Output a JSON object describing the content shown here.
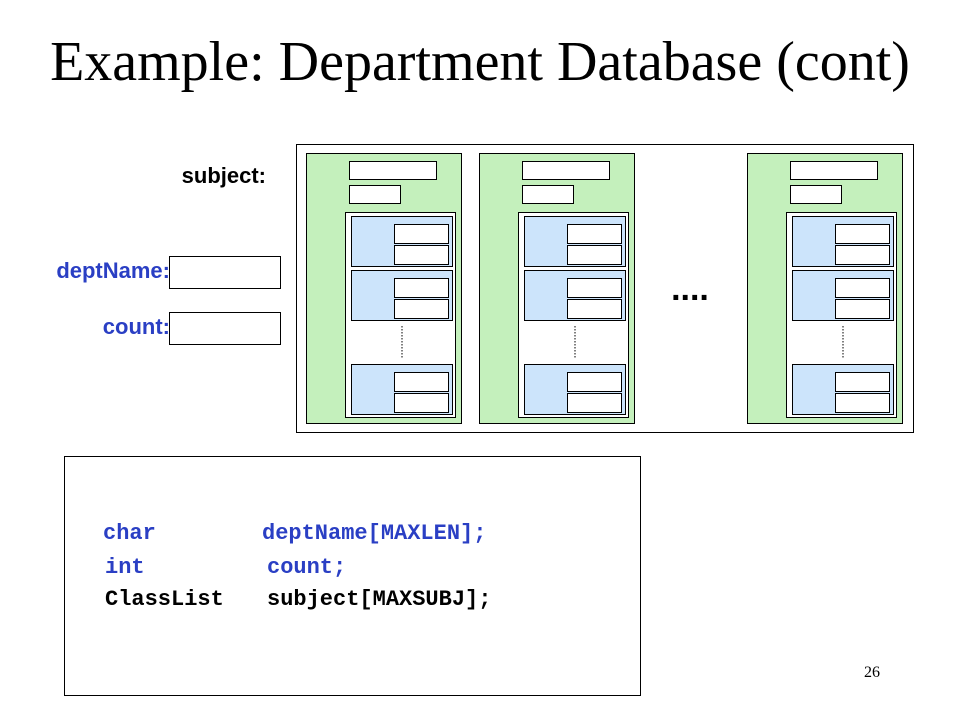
{
  "title": "Example: Department Database (cont)",
  "labels": {
    "subject": "subject:",
    "dept_name": "deptName:",
    "count": "count:"
  },
  "ellipsis": "....",
  "code": {
    "line1": {
      "type": "char",
      "decl": "deptName[MAXLEN];"
    },
    "line2": {
      "type": "int",
      "decl": "count;"
    },
    "line3": {
      "type": "ClassList",
      "decl": "subject[MAXSUBJ];"
    }
  },
  "page_number": "26",
  "colors": {
    "class_list_fill": "#c4f0bc",
    "student_fill": "#cce4fb",
    "label_blue": "#2a3fc4"
  }
}
